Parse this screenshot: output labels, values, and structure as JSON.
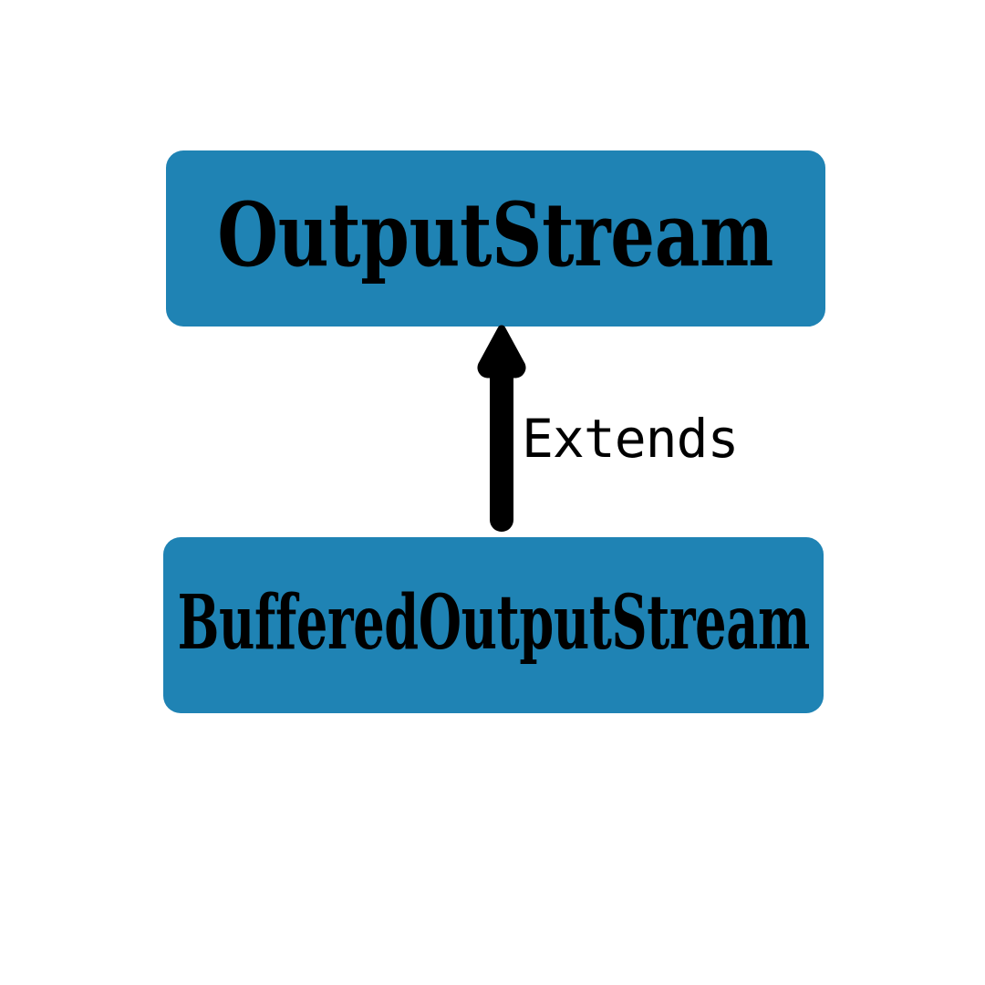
{
  "diagram": {
    "type": "class-inheritance",
    "background_color": "#ffffff",
    "box_fill_color": "#1f83b4",
    "text_color": "#000000",
    "nodes": [
      {
        "id": "superclass",
        "label": "OutputStream",
        "role": "parent-class"
      },
      {
        "id": "subclass",
        "label": "BufferedOutputStream",
        "role": "child-class"
      }
    ],
    "edges": [
      {
        "id": "extends-edge",
        "label": "Extends",
        "from": "BufferedOutputStream",
        "to": "OutputStream",
        "arrow": "up",
        "icon": "up-arrow-icon",
        "color": "#000000"
      }
    ]
  }
}
